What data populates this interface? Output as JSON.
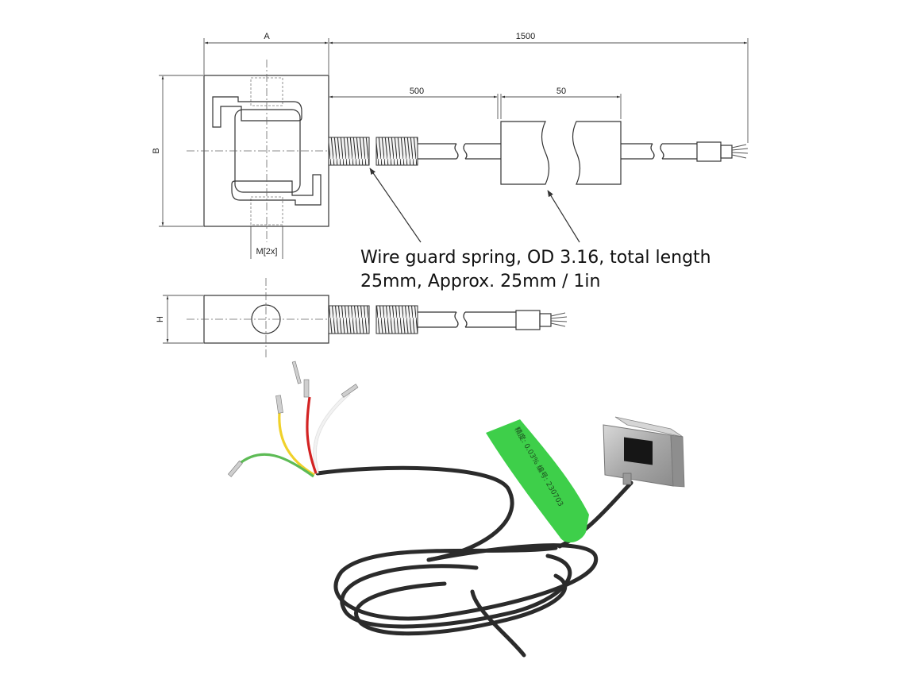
{
  "drawing": {
    "dim_a": "A",
    "dim_b": "B",
    "dim_h": "H",
    "dim_thread": "M[2x]",
    "dim_total": "1500",
    "dim_spring": "500",
    "dim_sleeve": "50"
  },
  "caption": {
    "line1": "Wire guard spring, OD 3.16, total length",
    "line2": "25mm, Approx. 25mm / 1in"
  },
  "photo": {
    "label_text": "精度: 0.03%  编号: 230703",
    "colors": {
      "cable": "#2b2b2b",
      "label": "#3ecf4a",
      "sensor_body": "#b9b9b9",
      "wire_red": "#d32222",
      "wire_yellow": "#f0d12a",
      "wire_green": "#5dbb55",
      "wire_white": "#f2f2f2"
    }
  }
}
